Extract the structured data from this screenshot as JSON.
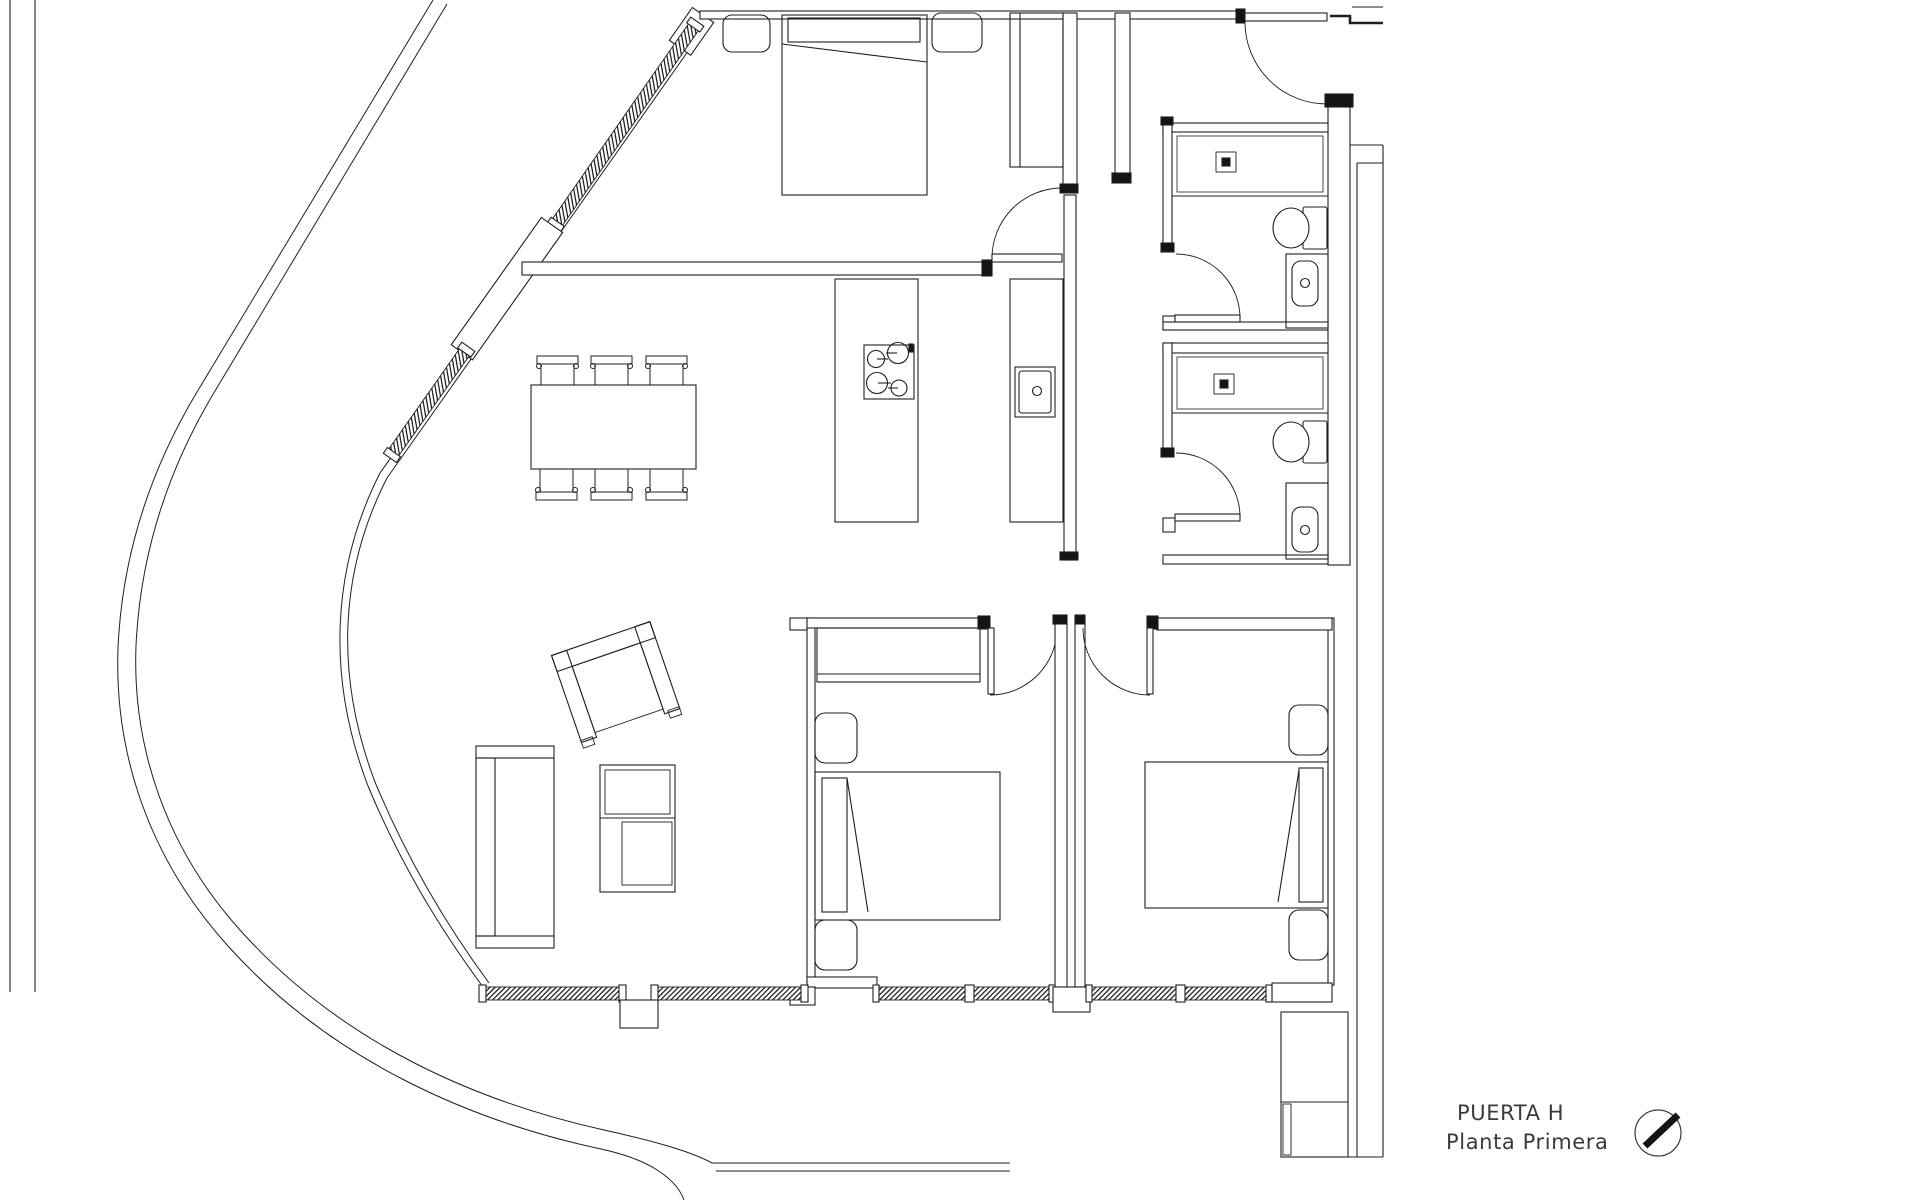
{
  "document": {
    "type": "architectural-floor-plan",
    "background_color": "#ffffff",
    "line_color": "#1f1f1f"
  },
  "titleblock": {
    "line1": "PUERTA H",
    "line2": "Planta Primera"
  },
  "icons": {
    "north_arrow": "circle-with-northeast-needle"
  },
  "plan": {
    "rooms": [
      "bedroom-top",
      "entry-hall",
      "bathroom-upper",
      "bathroom-lower",
      "kitchen",
      "dining-area",
      "living-room",
      "bedroom-center",
      "bedroom-right",
      "corridor",
      "curved-terrace"
    ],
    "fixtures": {
      "double_beds": 3,
      "nightstands": 6,
      "wardrobes": 2,
      "dining_chairs": 6,
      "dining_tables": 1,
      "sofas": 1,
      "armchairs": 1,
      "side_tables": 2,
      "kitchen_islands": 2,
      "cooktop_burners": 4,
      "kitchen_sinks": 1,
      "bathroom_sinks": 2,
      "toilets": 2,
      "showers": 2,
      "interior_doors": 6,
      "entry_doors": 1,
      "window_bands": 9
    }
  }
}
